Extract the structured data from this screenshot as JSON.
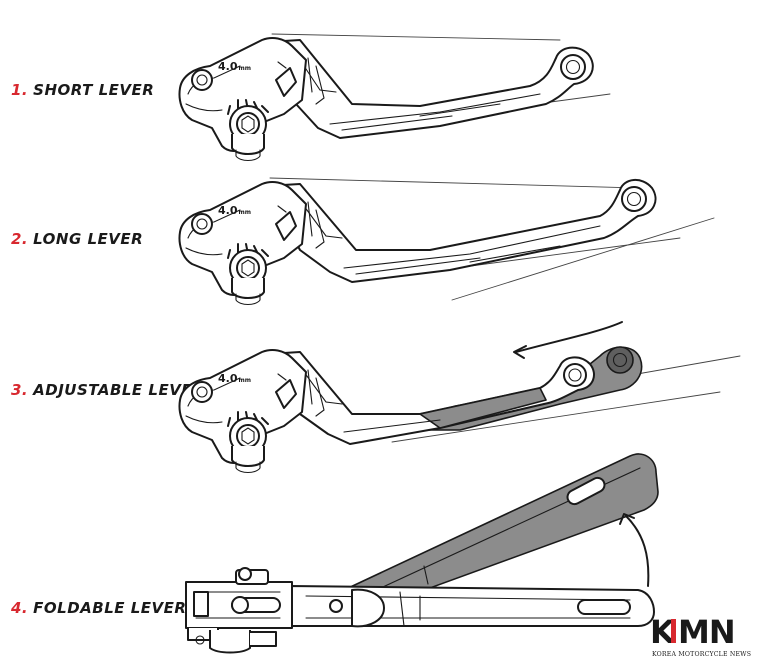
{
  "levers": [
    {
      "number": "1.",
      "label": "SHORT LEVER"
    },
    {
      "number": "2.",
      "label": "LONG LEVER"
    },
    {
      "number": "3.",
      "label": "ADJUSTABLE LEVER"
    },
    {
      "number": "4.",
      "label": "FOLDABLE LEVER"
    }
  ],
  "scale_marking": "4.0",
  "scale_unit": "mm",
  "logo": {
    "text_left": "K",
    "text_right": "MN",
    "tagline": "KOREA MOTORCYCLE NEWS",
    "accent_color": "#d8282f"
  },
  "colors": {
    "ink": "#1a1a1a",
    "number_red": "#d8282f",
    "shade": "#8c8c8c"
  }
}
